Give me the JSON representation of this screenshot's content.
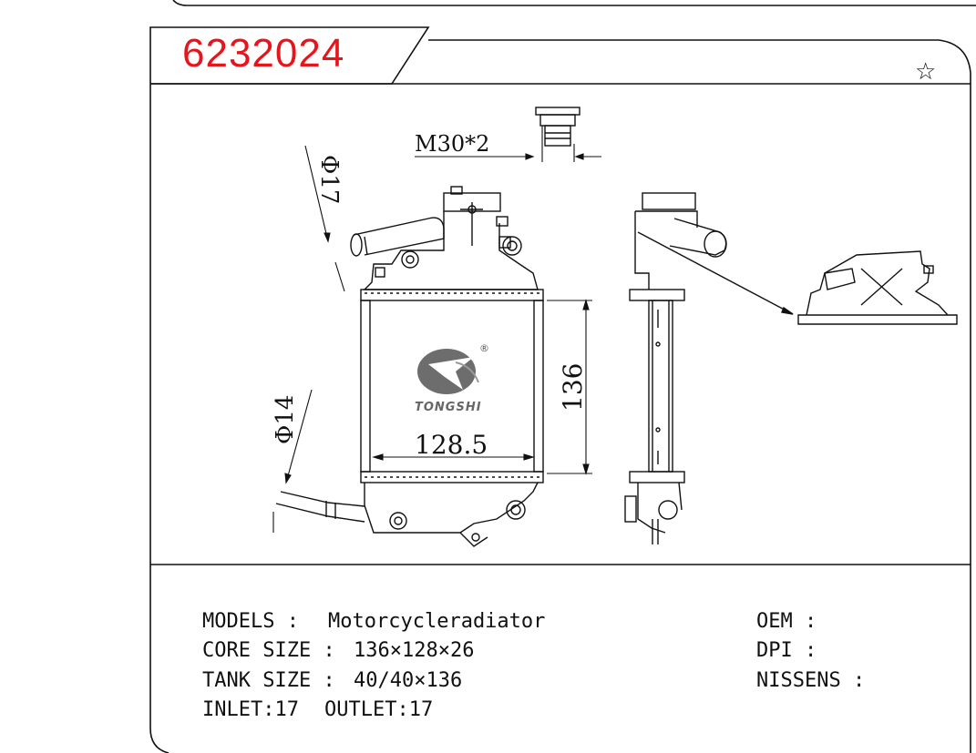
{
  "part_number": "6232024",
  "favorite_icon": "star-outline-icon",
  "brand": {
    "name": "TONGSHI",
    "registered_mark": "®"
  },
  "dimensions": {
    "thread": "M30*2",
    "inlet_diameter": "Φ17",
    "outlet_diameter": "Φ14",
    "core_height": "136",
    "core_width": "128.5"
  },
  "specs": {
    "models_label": "MODELS :",
    "models_value": "Motorcycleradiator",
    "core_size_label": "CORE SIZE :",
    "core_size_value": "136×128×26",
    "tank_size_label": "TANK SIZE :",
    "tank_size_value": "40/40×136",
    "inlet": "INLET:17",
    "outlet": "OUTLET:17",
    "oem_label": "OEM :",
    "dpi_label": "DPI :",
    "nissens_label": "NISSENS :"
  }
}
